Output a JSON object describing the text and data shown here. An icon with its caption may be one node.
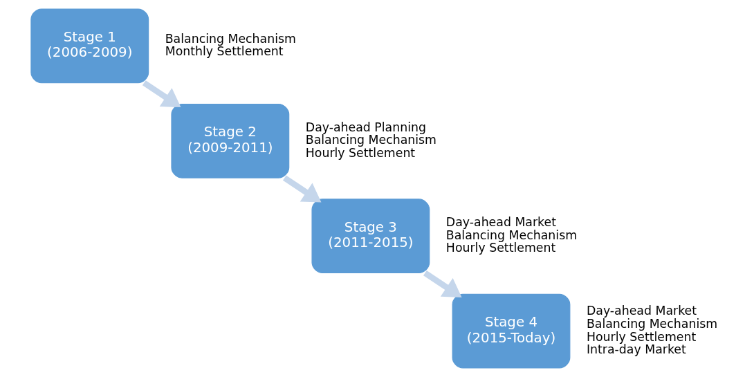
{
  "diagram": {
    "nodes": [
      {
        "text": [
          "Stage 1 (2006-2009)"
        ],
        "beside": [
          "Balancing Mechanism",
          "Monthly Settlement"
        ]
      },
      {
        "text": [
          "Stage 2 (2009-2011)"
        ],
        "beside": [
          "Day-ahead Planning",
          "Balancing Mechanism",
          "Hourly Settlement"
        ]
      },
      {
        "text": [
          "Stage 3 (2011-2015)"
        ],
        "beside": [
          "Day-ahead Market",
          "Balancing Mechanism",
          "Hourly Settlement"
        ]
      },
      {
        "text": [
          "Stage 4 (2015-Today)"
        ],
        "beside": [
          "Day-ahead Market",
          "Balancing Mechanism",
          "Hourly Settlement",
          "Intra-day Market"
        ]
      }
    ],
    "edges": [
      {
        "from": 0,
        "to": 1,
        "arrow": "to"
      },
      {
        "from": 1,
        "to": 2,
        "arrow": "to"
      },
      {
        "from": 2,
        "to": 3,
        "arrow": "to"
      }
    ]
  }
}
